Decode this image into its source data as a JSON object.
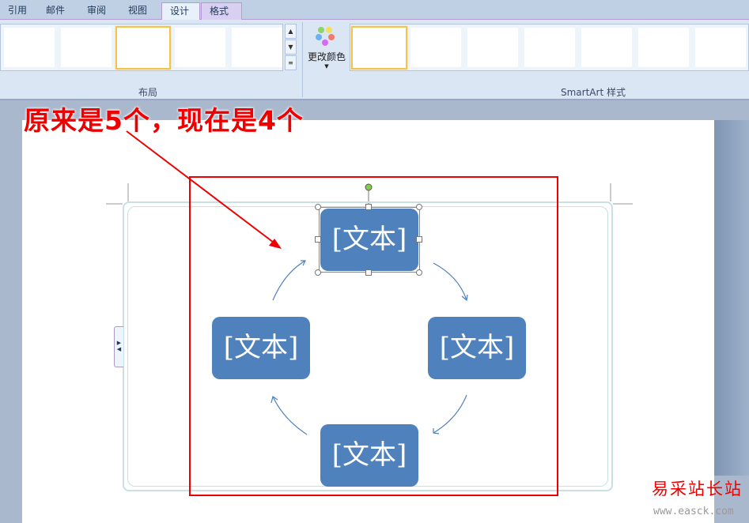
{
  "tabs": [
    {
      "label": "引用"
    },
    {
      "label": "邮件"
    },
    {
      "label": "审阅"
    },
    {
      "label": "视图"
    },
    {
      "label": "设计"
    },
    {
      "label": "格式"
    }
  ],
  "ribbon": {
    "layout_group": "布局",
    "change_colors": "更改颜色",
    "styles_group": "SmartArt 样式"
  },
  "annotation": "原来是5个，现在是4个",
  "smartart": {
    "nodes": [
      "[文本]",
      "[文本]",
      "[文本]",
      "[文本]"
    ]
  },
  "watermark": {
    "name": "易采站长站",
    "url": "www.easck.com"
  },
  "colors": {
    "node": "#4f81bd",
    "annotation": "#e00000"
  }
}
